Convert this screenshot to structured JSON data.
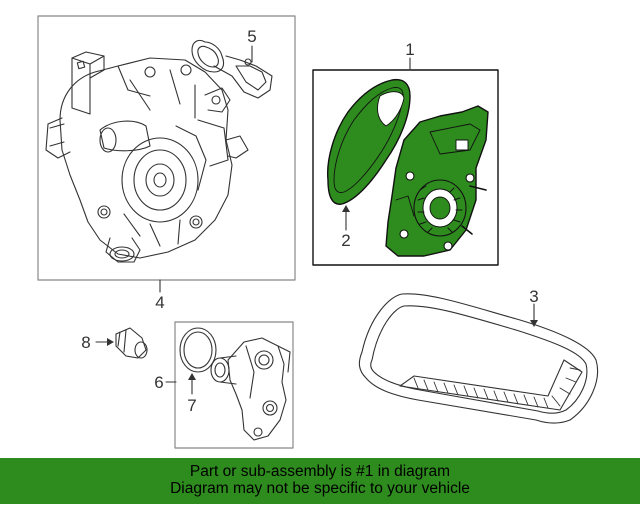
{
  "callouts": {
    "c1": "1",
    "c2": "2",
    "c3": "3",
    "c4": "4",
    "c5": "5",
    "c6": "6",
    "c7": "7",
    "c8": "8"
  },
  "banner": {
    "line1": "Part or sub-assembly is #1 in diagram",
    "line2": "Diagram may not be specific to your vehicle"
  },
  "colors": {
    "highlight_fill": "#2e8b1e",
    "banner_bg": "#2e8b1e",
    "line": "#333333"
  }
}
